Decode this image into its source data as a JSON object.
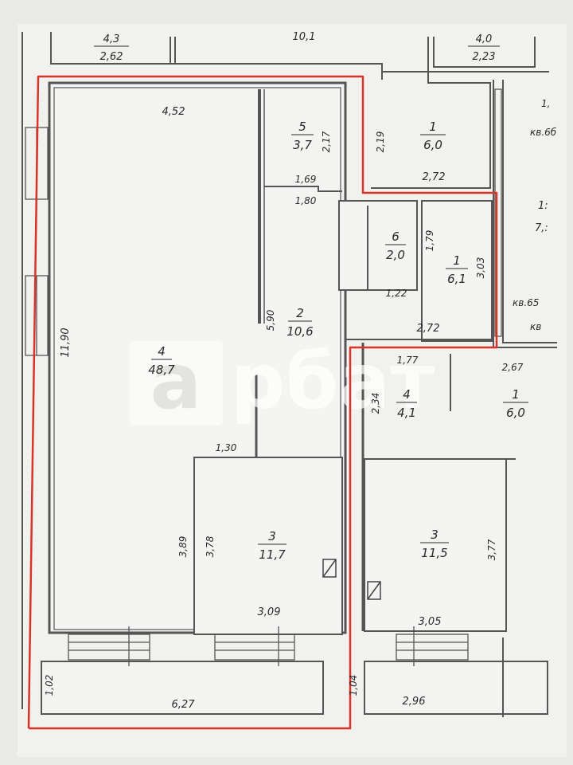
{
  "colors": {
    "paper": "#e9e9e6",
    "wall": "#555555",
    "wall_fill": "#f4f4f2",
    "highlight": "#d9332a",
    "text": "#2a2a2a"
  },
  "watermark": {
    "brand_glyph": "a",
    "brand_text": "рбат"
  },
  "rooms": [
    {
      "id": "room-4-large",
      "number": "4",
      "area": "48,7"
    },
    {
      "id": "room-2-hall",
      "number": "2",
      "area": "10,6"
    },
    {
      "id": "room-5",
      "number": "5",
      "area": "3,7"
    },
    {
      "id": "room-6",
      "number": "6",
      "area": "2,0"
    },
    {
      "id": "room-1-bath",
      "number": "1",
      "area": "6,1"
    },
    {
      "id": "room-3-left",
      "number": "3",
      "area": "11,7"
    },
    {
      "id": "room-4-small",
      "number": "4",
      "area": "4,1"
    },
    {
      "id": "room-3-right",
      "number": "3",
      "area": "11,5"
    },
    {
      "id": "room-1-top-right",
      "number": "1",
      "area": "6,0"
    },
    {
      "id": "room-1-right",
      "number": "1",
      "area": "6,0"
    },
    {
      "id": "room-top-left",
      "number": "4,3",
      "area": "2,62"
    },
    {
      "id": "room-top-mid-right",
      "number": "4,0",
      "area": "2,23"
    }
  ],
  "dimensions": [
    {
      "id": "dim-top-center",
      "text": "10,1"
    },
    {
      "id": "dim-4-52",
      "text": "4,52"
    },
    {
      "id": "dim-2-17",
      "text": "2,17"
    },
    {
      "id": "dim-2-19",
      "text": "2,19"
    },
    {
      "id": "dim-2-72-top",
      "text": "2,72"
    },
    {
      "id": "dim-1-69",
      "text": "1,69"
    },
    {
      "id": "dim-1-80",
      "text": "1,80"
    },
    {
      "id": "dim-1-79",
      "text": "1,79"
    },
    {
      "id": "dim-3-03",
      "text": "3,03"
    },
    {
      "id": "dim-1-22",
      "text": "1,22"
    },
    {
      "id": "dim-5-90",
      "text": "5,90"
    },
    {
      "id": "dim-2-72-mid",
      "text": "2,72"
    },
    {
      "id": "dim-11-90",
      "text": "11,90"
    },
    {
      "id": "dim-1-77",
      "text": "1,77"
    },
    {
      "id": "dim-2-67",
      "text": "2,67"
    },
    {
      "id": "dim-2-34",
      "text": "2,34"
    },
    {
      "id": "dim-1-30",
      "text": "1,30"
    },
    {
      "id": "dim-3-89",
      "text": "3,89"
    },
    {
      "id": "dim-3-78",
      "text": "3,78"
    },
    {
      "id": "dim-3-77",
      "text": "3,77"
    },
    {
      "id": "dim-3-09",
      "text": "3,09"
    },
    {
      "id": "dim-3-05",
      "text": "3,05"
    },
    {
      "id": "dim-1-02",
      "text": "1,02"
    },
    {
      "id": "dim-6-27",
      "text": "6,27"
    },
    {
      "id": "dim-1-04",
      "text": "1,04"
    },
    {
      "id": "dim-2-96",
      "text": "2,96"
    },
    {
      "id": "dim-kv-066",
      "text": "кв.6б"
    },
    {
      "id": "dim-kv-065",
      "text": "кв.65"
    },
    {
      "id": "dim-kv-partial",
      "text": "кв"
    },
    {
      "id": "dim-right-top",
      "text": "1,"
    },
    {
      "id": "dim-right-mid",
      "text": "1:"
    },
    {
      "id": "dim-right-mid2",
      "text": "7,:"
    }
  ]
}
